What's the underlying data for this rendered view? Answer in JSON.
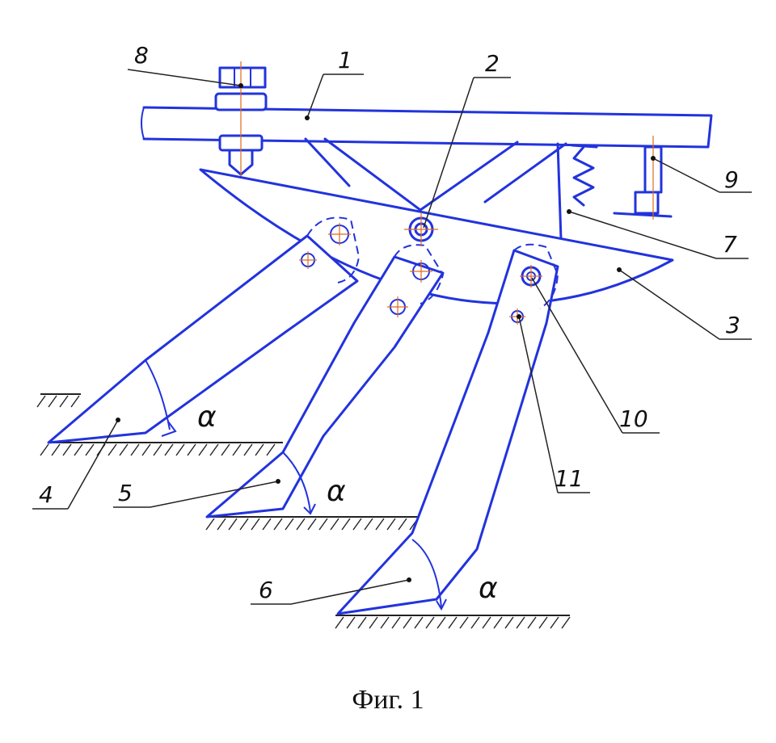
{
  "figure": {
    "caption": "Фиг. 1",
    "line_color": "#2233dd",
    "callouts": [
      "1",
      "2",
      "3",
      "4",
      "5",
      "6",
      "7",
      "8",
      "9",
      "10",
      "11"
    ],
    "angle_labels": [
      "α",
      "α",
      "α"
    ]
  }
}
